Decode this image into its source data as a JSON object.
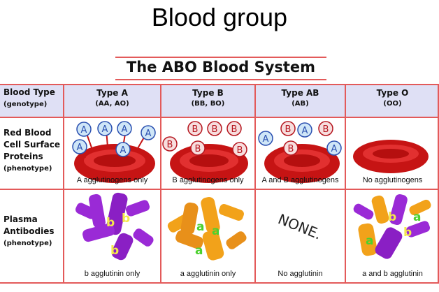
{
  "slide_title": "Blood group",
  "system_title": "The ABO Blood System",
  "header": {
    "blood_type": "Blood Type",
    "genotype": "(genotype)"
  },
  "row_labels": {
    "surface": {
      "line1": "Red Blood",
      "line2": "Cell Surface",
      "line3": "Proteins",
      "sub": "(phenotype)"
    },
    "plasma": {
      "line1": "Plasma",
      "line2": "Antibodies",
      "sub": "(phenotype)"
    }
  },
  "columns": [
    {
      "type": "Type A",
      "genotype": "(AA, AO)",
      "antigen_caption": "A agglutinogens only",
      "antibody_caption": "b agglutinin only"
    },
    {
      "type": "Type B",
      "genotype": "(BB, BO)",
      "antigen_caption": "B agglutinogens only",
      "antibody_caption": "a agglutinin only"
    },
    {
      "type": "Type AB",
      "genotype": "(AB)",
      "antigen_caption": "A and B agglutinogens",
      "antibody_caption": "No agglutinin"
    },
    {
      "type": "Type O",
      "genotype": "(OO)",
      "antigen_caption": "No agglutinogens",
      "antibody_caption": "a and b agglutinin"
    }
  ],
  "antigen_letters": {
    "a": "A",
    "b": "B"
  },
  "antibody_letters": {
    "a": "a",
    "b": "b"
  },
  "none_label": "NONE.",
  "colors": {
    "grid": "#e35a5a",
    "header_bg": "#dfe0f5",
    "cell": "#d21818",
    "antibody_a": "#f2a21a",
    "antibody_b": "#9a2ad6",
    "antigen_fill": "#cfe6f7"
  }
}
